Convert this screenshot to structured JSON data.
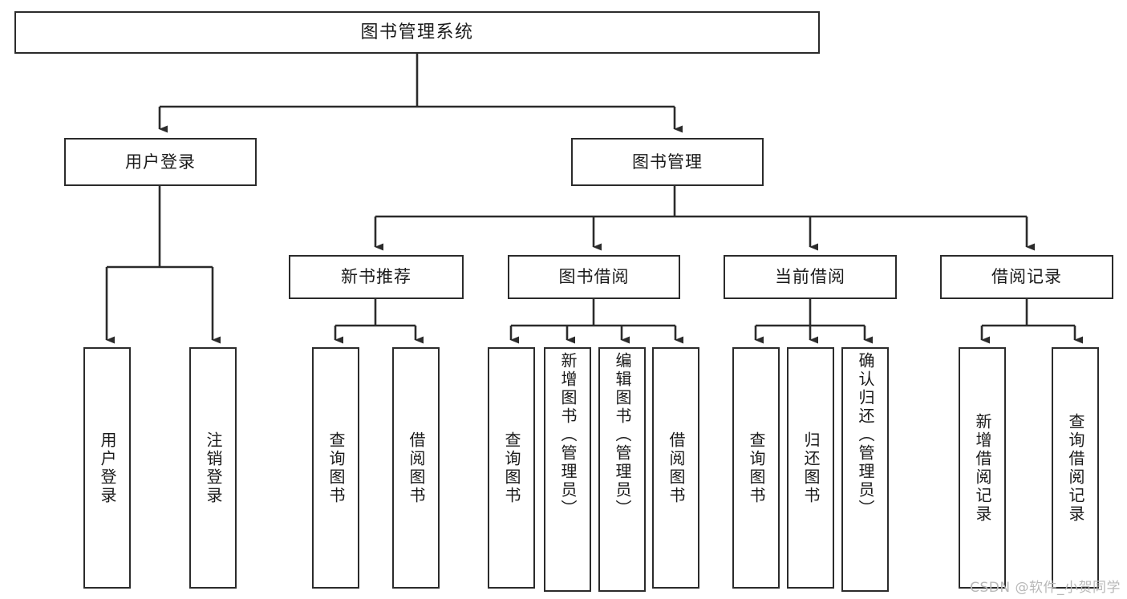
{
  "diagram": {
    "title": "图书管理系统",
    "type": "tree-hierarchy",
    "orientation": "top-down",
    "style": {
      "box_border_color": "#2b2b2b",
      "box_fill_color": "#ffffff",
      "connector_color": "#2b2b2b",
      "text_color": "#1a1a1a",
      "background_color": "#ffffff",
      "watermark_color": "#b8b8b8"
    },
    "root": {
      "label": "图书管理系统"
    },
    "level2": [
      {
        "label": "用户登录"
      },
      {
        "label": "图书管理"
      }
    ],
    "level3": [
      {
        "label": "新书推荐"
      },
      {
        "label": "图书借阅"
      },
      {
        "label": "当前借阅"
      },
      {
        "label": "借阅记录"
      }
    ],
    "leaves": {
      "user_login": [
        {
          "label": "用户登录"
        },
        {
          "label": "注销登录"
        }
      ],
      "new_book_recommend": [
        {
          "label": "查询图书"
        },
        {
          "label": "借阅图书"
        }
      ],
      "book_borrow": [
        {
          "label": "查询图书"
        },
        {
          "label": "新增图书（管理员）"
        },
        {
          "label": "编辑图书（管理员）"
        },
        {
          "label": "借阅图书"
        }
      ],
      "current_borrow": [
        {
          "label": "查询图书"
        },
        {
          "label": "归还图书"
        },
        {
          "label": "确认归还（管理员）"
        }
      ],
      "borrow_record": [
        {
          "label": "新增借阅记录"
        },
        {
          "label": "查询借阅记录"
        }
      ]
    }
  },
  "watermark": {
    "text": "CSDN @软件_小贺同学"
  }
}
